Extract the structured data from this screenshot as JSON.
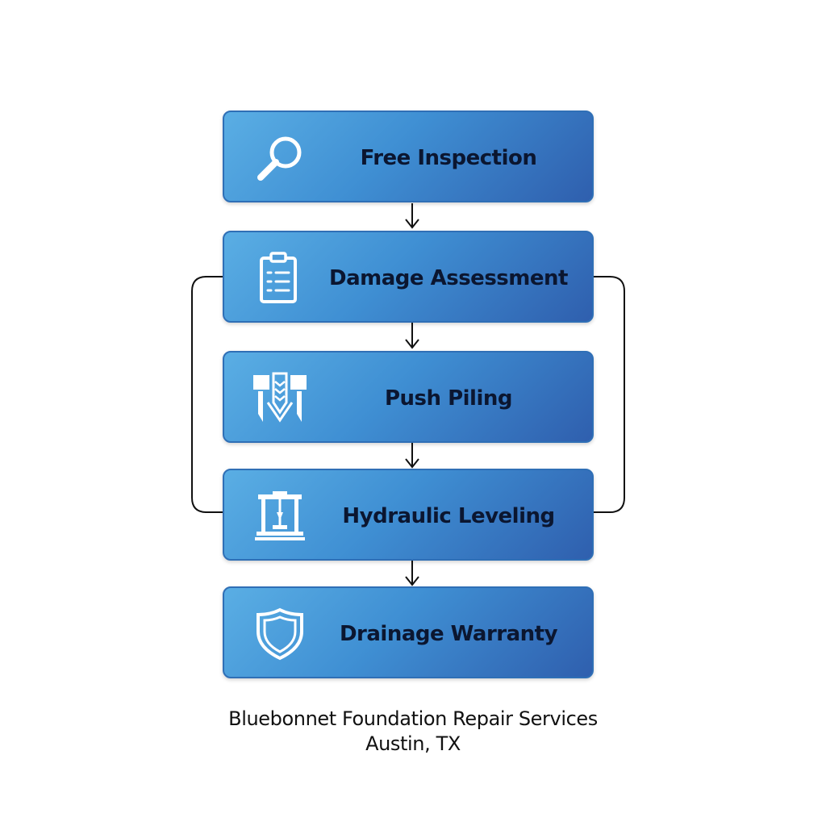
{
  "steps": [
    {
      "label": "Free Inspection",
      "icon": "magnifying-glass-icon"
    },
    {
      "label": "Damage Assessment",
      "icon": "clipboard-checklist-icon"
    },
    {
      "label": "Push Piling",
      "icon": "pile-driver-icon"
    },
    {
      "label": "Hydraulic Leveling",
      "icon": "hydraulic-press-icon"
    },
    {
      "label": "Drainage Warranty",
      "icon": "shield-icon"
    }
  ],
  "footer": {
    "company": "Bluebonnet Foundation Repair Services",
    "location": "Austin, TX"
  },
  "colors": {
    "box_light": "#5aaee4",
    "box_dark": "#2f5fae",
    "box_border": "#2f6fb6",
    "label_text": "#0b1630",
    "connector": "#111111"
  }
}
